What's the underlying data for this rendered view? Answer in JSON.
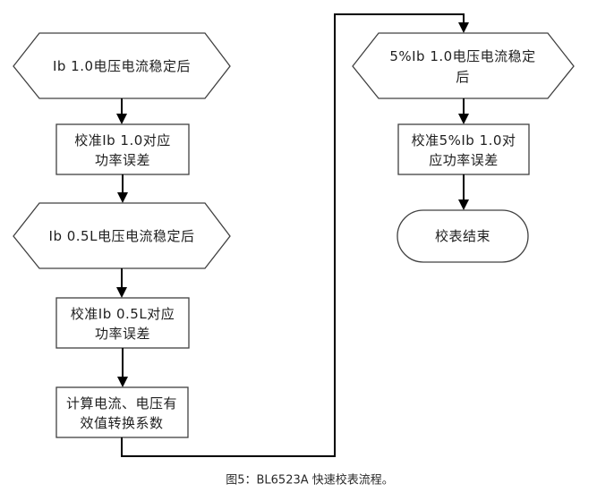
{
  "figure": {
    "caption": "图5：BL6523A 快速校表流程。"
  },
  "colors": {
    "background": "#ffffff",
    "shape_border": "#404040",
    "connector": "#000000",
    "text": "#1f1f1f"
  },
  "nodes": [
    {
      "id": "hex-ib10",
      "type": "hexagon",
      "lines": [
        "Ib 1.0电压电流稳定后"
      ]
    },
    {
      "id": "rect-cal-ib10",
      "type": "process",
      "lines": [
        "校准Ib 1.0对应",
        "功率误差"
      ]
    },
    {
      "id": "hex-ib05l",
      "type": "hexagon",
      "lines": [
        "Ib 0.5L电压电流稳定后"
      ]
    },
    {
      "id": "rect-cal-ib05l",
      "type": "process",
      "lines": [
        "校准Ib 0.5L对应",
        "功率误差"
      ]
    },
    {
      "id": "rect-calc",
      "type": "process",
      "lines": [
        "计算电流、电压有",
        "效值转换系数"
      ]
    },
    {
      "id": "hex-5ib10",
      "type": "hexagon",
      "lines": [
        "5%Ib 1.0电压电流稳定",
        "后"
      ]
    },
    {
      "id": "rect-cal-5ib10",
      "type": "process",
      "lines": [
        "校准5%Ib 1.0对",
        "应功率误差"
      ]
    },
    {
      "id": "terminal-end",
      "type": "terminator",
      "lines": [
        "校表结束"
      ]
    }
  ],
  "edges": [
    {
      "from": "hex-ib10",
      "to": "rect-cal-ib10"
    },
    {
      "from": "rect-cal-ib10",
      "to": "hex-ib05l"
    },
    {
      "from": "hex-ib05l",
      "to": "rect-cal-ib05l"
    },
    {
      "from": "rect-cal-ib05l",
      "to": "rect-calc"
    },
    {
      "from": "rect-calc",
      "to": "hex-5ib10"
    },
    {
      "from": "hex-5ib10",
      "to": "rect-cal-5ib10"
    },
    {
      "from": "rect-cal-5ib10",
      "to": "terminal-end"
    }
  ]
}
